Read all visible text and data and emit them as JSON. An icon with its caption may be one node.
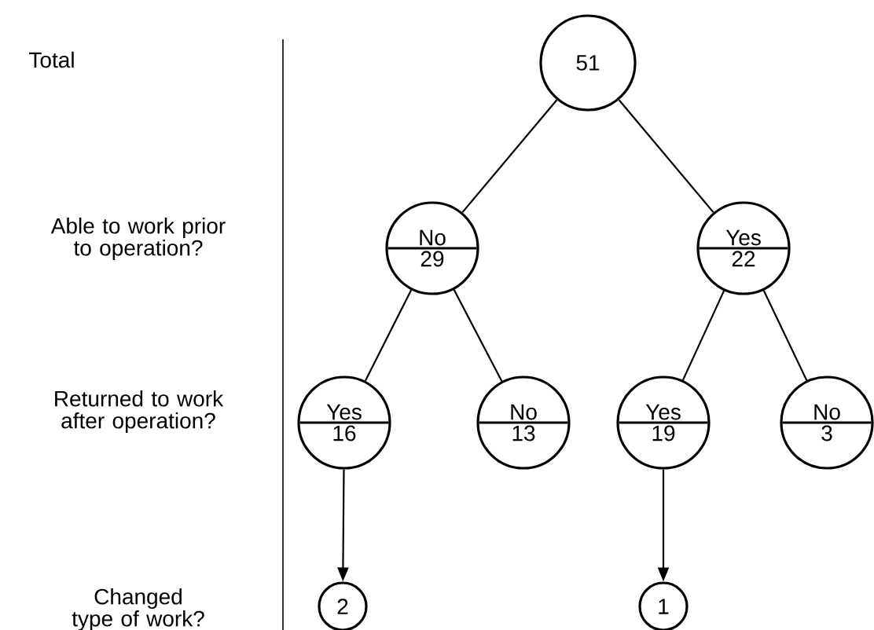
{
  "diagram": {
    "nodes": [
      {
        "text": [
          "51"
        ]
      },
      {
        "text": [
          "No",
          "29"
        ]
      },
      {
        "text": [
          "Yes",
          "22"
        ]
      },
      {
        "text": [
          "Yes",
          "16"
        ]
      },
      {
        "text": [
          "No",
          "13"
        ]
      },
      {
        "text": [
          "Yes",
          "19"
        ]
      },
      {
        "text": [
          "No",
          "3"
        ]
      },
      {
        "text": [
          "2"
        ]
      },
      {
        "text": [
          "1"
        ]
      }
    ],
    "edges": [
      {
        "from": 0,
        "to": 1,
        "arrow": "none"
      },
      {
        "from": 0,
        "to": 2,
        "arrow": "none"
      },
      {
        "from": 1,
        "to": 3,
        "arrow": "none"
      },
      {
        "from": 1,
        "to": 4,
        "arrow": "none"
      },
      {
        "from": 2,
        "to": 5,
        "arrow": "none"
      },
      {
        "from": 2,
        "to": 6,
        "arrow": "none"
      },
      {
        "from": 3,
        "to": 7,
        "arrow": "to"
      },
      {
        "from": 5,
        "to": 8,
        "arrow": "to"
      }
    ],
    "labels": [
      "Total",
      "Able to work prior to operation?",
      "Returned to work after operation?",
      "Changed type of work?"
    ]
  }
}
